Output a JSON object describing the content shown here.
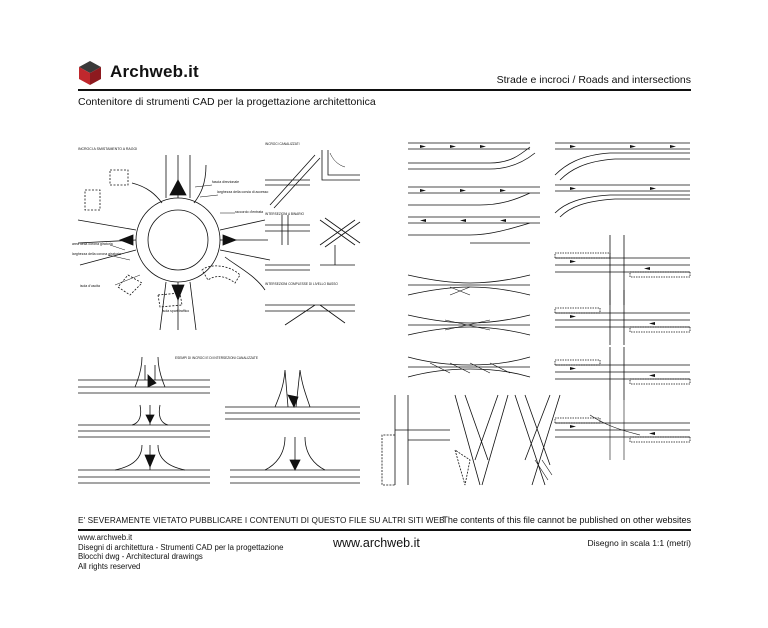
{
  "header": {
    "brand": "Archweb.it",
    "title": "Strade e incroci  /  Roads and intersections",
    "subtitle": "Contenitore di strumenti CAD per la progettazione architettonica"
  },
  "footer": {
    "warning_it": "E' SEVERAMENTE VIETATO PUBBLICARE I CONTENUTI DI QUESTO FILE SU ALTRI SITI WEB",
    "warning_en": "The contents of this file cannot be published on other websites",
    "site_url": "www.archweb.it",
    "info_lines": [
      "www.archweb.it",
      "Disegni di architettura - Strumenti CAD  per la progettazione",
      "Blocchi dwg - Architectural drawings",
      "All rights reserved"
    ],
    "scale": "Disegno in scala 1:1 (metri)"
  },
  "colors": {
    "logo_red": "#c0282d",
    "logo_dark": "#3a3a3a",
    "line": "#111111"
  },
  "icons": {
    "logo": "cube-logo-icon"
  }
}
